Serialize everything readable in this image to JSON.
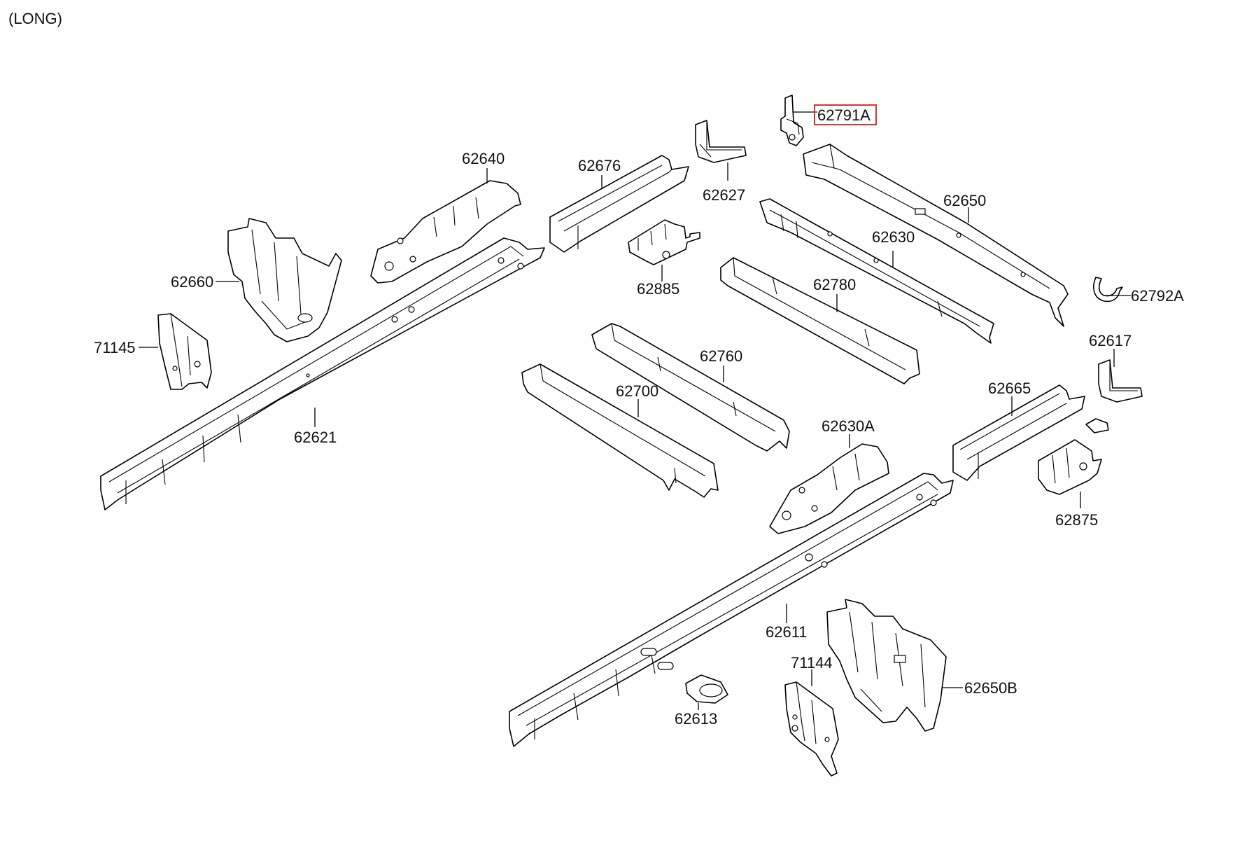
{
  "variant": "(LONG)",
  "highlight_color": "#e03030",
  "parts": [
    {
      "id": "62791A",
      "label": "62791A",
      "highlighted": true
    },
    {
      "id": "62640",
      "label": "62640"
    },
    {
      "id": "62676",
      "label": "62676"
    },
    {
      "id": "62627",
      "label": "62627"
    },
    {
      "id": "62650",
      "label": "62650"
    },
    {
      "id": "62630",
      "label": "62630"
    },
    {
      "id": "62660",
      "label": "62660"
    },
    {
      "id": "62885",
      "label": "62885"
    },
    {
      "id": "62780",
      "label": "62780"
    },
    {
      "id": "62792A",
      "label": "62792A"
    },
    {
      "id": "71145",
      "label": "71145"
    },
    {
      "id": "62760",
      "label": "62760"
    },
    {
      "id": "62617",
      "label": "62617"
    },
    {
      "id": "62700",
      "label": "62700"
    },
    {
      "id": "62665",
      "label": "62665"
    },
    {
      "id": "62621",
      "label": "62621"
    },
    {
      "id": "62630A",
      "label": "62630A"
    },
    {
      "id": "62875",
      "label": "62875"
    },
    {
      "id": "62611",
      "label": "62611"
    },
    {
      "id": "71144",
      "label": "71144"
    },
    {
      "id": "62650B",
      "label": "62650B"
    },
    {
      "id": "62613",
      "label": "62613"
    }
  ]
}
